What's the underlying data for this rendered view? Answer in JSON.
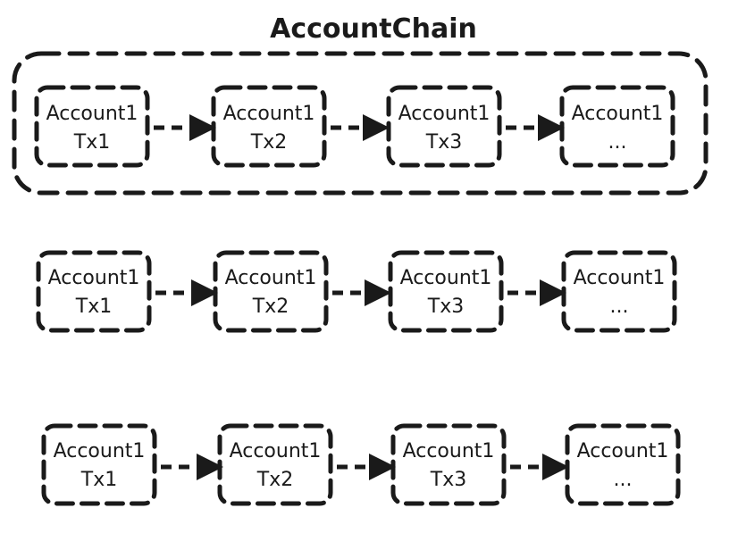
{
  "title": "AccountChain",
  "rows": [
    {
      "group_label": "AccountChain",
      "nodes": [
        {
          "account": "Account1",
          "tx": "Tx1"
        },
        {
          "account": "Account1",
          "tx": "Tx2"
        },
        {
          "account": "Account1",
          "tx": "Tx3"
        },
        {
          "account": "Account1",
          "tx": "..."
        }
      ]
    },
    {
      "nodes": [
        {
          "account": "Account1",
          "tx": "Tx1"
        },
        {
          "account": "Account1",
          "tx": "Tx2"
        },
        {
          "account": "Account1",
          "tx": "Tx3"
        },
        {
          "account": "Account1",
          "tx": "..."
        }
      ]
    },
    {
      "nodes": [
        {
          "account": "Account1",
          "tx": "Tx1"
        },
        {
          "account": "Account1",
          "tx": "Tx2"
        },
        {
          "account": "Account1",
          "tx": "Tx3"
        },
        {
          "account": "Account1",
          "tx": "..."
        }
      ]
    }
  ],
  "colors": {
    "stroke": "#1a1a1a",
    "background": "#ffffff"
  }
}
